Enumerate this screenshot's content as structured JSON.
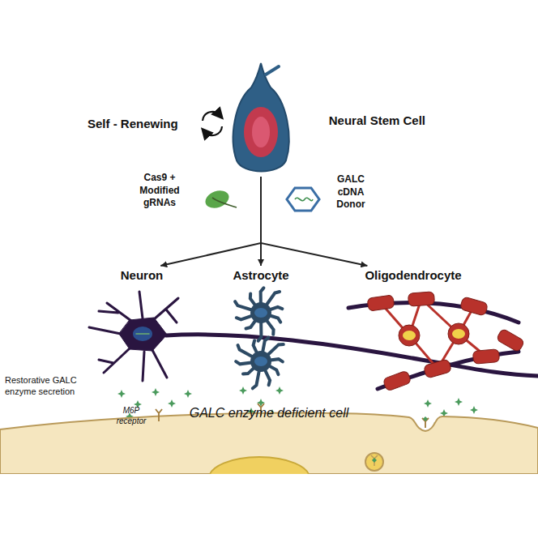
{
  "diagram": {
    "nodes": [
      {
        "text": [
          "Neural Stem Cell"
        ]
      },
      {
        "text": [
          "Neuron"
        ]
      },
      {
        "text": [
          "Astrocyte"
        ]
      },
      {
        "text": [
          "Oligodendrocyte"
        ]
      },
      {
        "text": [
          "GALC enzyme deficient cell"
        ]
      }
    ],
    "edges": [
      {
        "from": 0,
        "to": 1,
        "arrow": "to"
      },
      {
        "from": 0,
        "to": 2,
        "arrow": "to"
      },
      {
        "from": 0,
        "to": 3,
        "arrow": "to"
      }
    ],
    "labels": [
      "Self - Renewing",
      "Cas9 + Modified gRNAs",
      "GALC cDNA Donor",
      "Restorative GALC enzyme secretion",
      "M6P receptor"
    ]
  }
}
